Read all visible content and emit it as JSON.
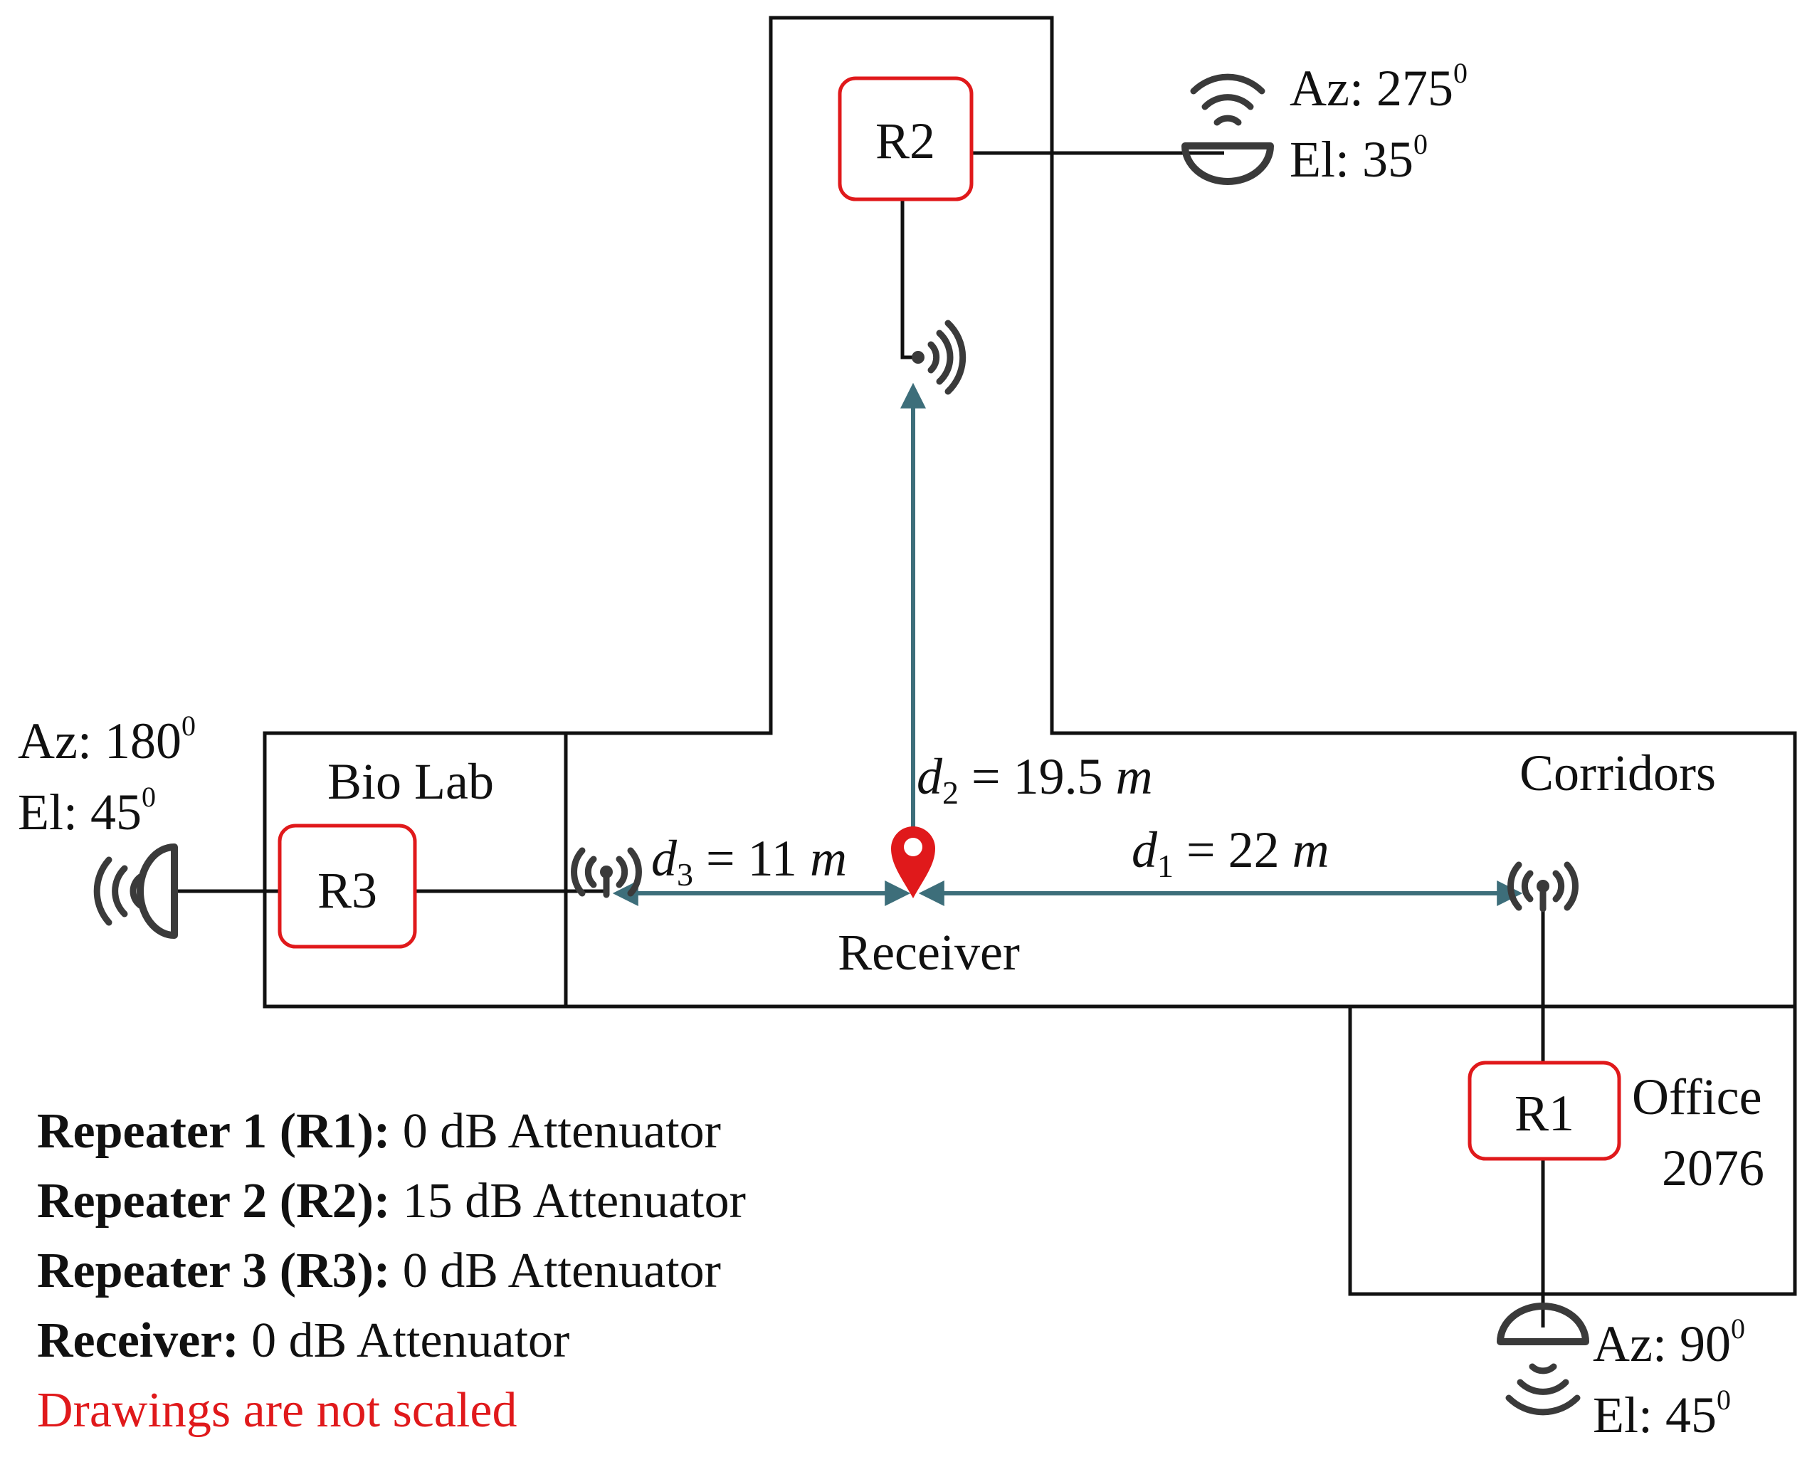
{
  "rooms": {
    "bio_lab": "Bio Lab",
    "corridors": "Corridors",
    "office_line1": "Office",
    "office_line2": "2076"
  },
  "repeaters": {
    "r1": "R1",
    "r2": "R2",
    "r3": "R3"
  },
  "receiver": {
    "label": "Receiver"
  },
  "distances": {
    "d1": {
      "var": "d",
      "sub": "1",
      "rest": " = 22 ",
      "unit": "m"
    },
    "d2": {
      "var": "d",
      "sub": "2",
      "rest": " = 19.5 ",
      "unit": "m"
    },
    "d3": {
      "var": "d",
      "sub": "3",
      "rest": " = 11 ",
      "unit": "m"
    }
  },
  "orientations": {
    "r2": {
      "az": "Az: 275",
      "el": "El: 35",
      "sup": "0"
    },
    "r3": {
      "az": "Az: 180",
      "el": "El: 45",
      "sup": "0"
    },
    "r1": {
      "az": "Az: 90",
      "el": "El: 45",
      "sup": "0"
    }
  },
  "legend": [
    {
      "name": "Repeater 1 (R1):",
      "value": " 0 dB Attenuator"
    },
    {
      "name": "Repeater 2 (R2):",
      "value": " 15 dB Attenuator"
    },
    {
      "name": "Repeater 3 (R3):",
      "value": " 0 dB Attenuator"
    },
    {
      "name": "Receiver:",
      "value": " 0 dB Attenuator"
    }
  ],
  "note": "Drawings are not scaled",
  "colors": {
    "repeater_border": "#e0191b",
    "measure_line": "#3d6e7a",
    "receiver_pin": "#e0191b",
    "note_text": "#e0191b"
  }
}
